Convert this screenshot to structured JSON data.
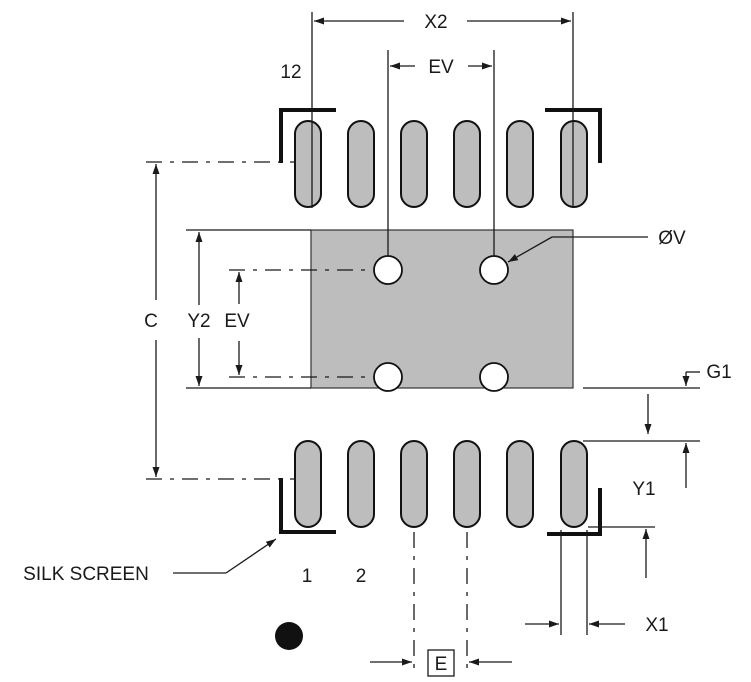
{
  "labels": {
    "x2": "X2",
    "ev_top": "EV",
    "pin12": "12",
    "via_diameter": "ØV",
    "c": "C",
    "y2": "Y2",
    "ev_side": "EV",
    "g1": "G1",
    "y1": "Y1",
    "silk_screen": "SILK SCREEN",
    "pin1": "1",
    "pin2": "2",
    "x1": "X1",
    "e": "E"
  },
  "colors": {
    "pad_fill": "#bdbdbd",
    "outline": "#111111"
  }
}
